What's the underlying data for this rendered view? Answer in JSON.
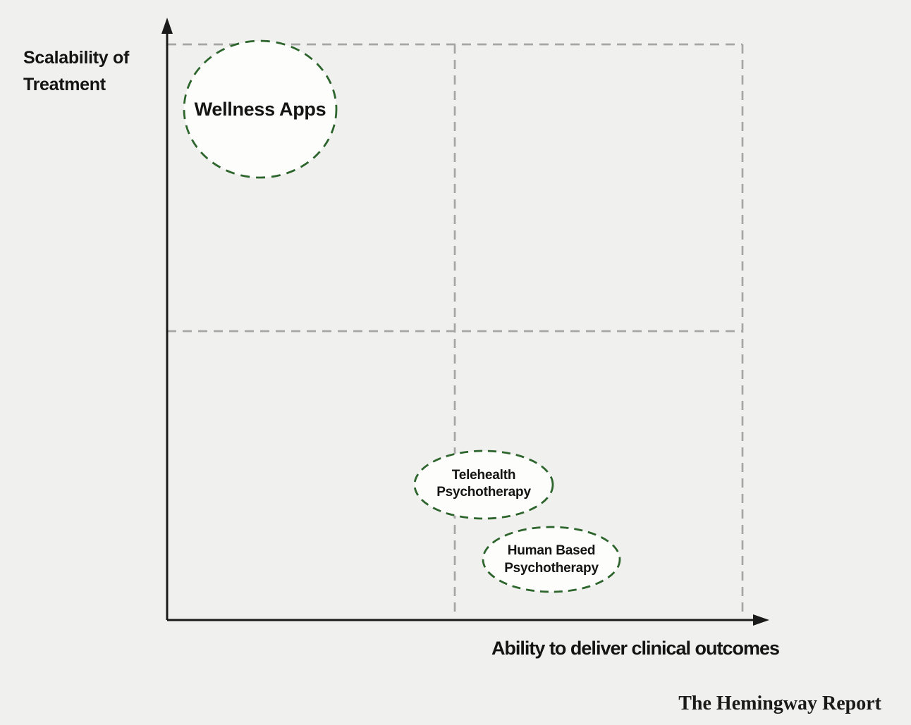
{
  "chart_data": {
    "type": "scatter",
    "title": "",
    "xlabel": "Ability to deliver clinical outcomes",
    "ylabel": "Scalability of Treatment",
    "ylabel_line1": "Scalability of",
    "ylabel_line2": "Treatment",
    "x_axis": {
      "min": 0,
      "max": 1,
      "tick_labels": "none",
      "arrow": true
    },
    "y_axis": {
      "min": 0,
      "max": 1,
      "tick_labels": "none",
      "arrow": true
    },
    "grid": {
      "style": "dashed",
      "vertical_positions": [
        0.5,
        1.0
      ],
      "horizontal_positions": [
        0.5,
        1.0
      ]
    },
    "legend": "none",
    "bubbles": [
      {
        "label": "Wellness Apps",
        "line1": "Wellness Apps",
        "line2": "",
        "x": 0.16,
        "y": 0.89,
        "rx": 0.13,
        "ry": 0.12,
        "quadrant": "high scalability / low clinical outcomes"
      },
      {
        "label": "Telehealth Psychotherapy",
        "line1": "Telehealth",
        "line2": "Psychotherapy",
        "x": 0.55,
        "y": 0.24,
        "rx": 0.12,
        "ry": 0.06,
        "quadrant": "low scalability / mid clinical outcomes"
      },
      {
        "label": "Human Based Psychotherapy",
        "line1": "Human Based",
        "line2": "Psychotherapy",
        "x": 0.67,
        "y": 0.1,
        "rx": 0.12,
        "ry": 0.06,
        "quadrant": "low scalability / higher clinical outcomes"
      }
    ]
  },
  "attribution": "The Hemingway Report",
  "colors": {
    "background": "#f0f0ee",
    "axis": "#1a1a1a",
    "gridline": "#a6a6a6",
    "bubble_border": "#2d652d",
    "bubble_fill": "#fdfdfc",
    "text": "#141414"
  }
}
